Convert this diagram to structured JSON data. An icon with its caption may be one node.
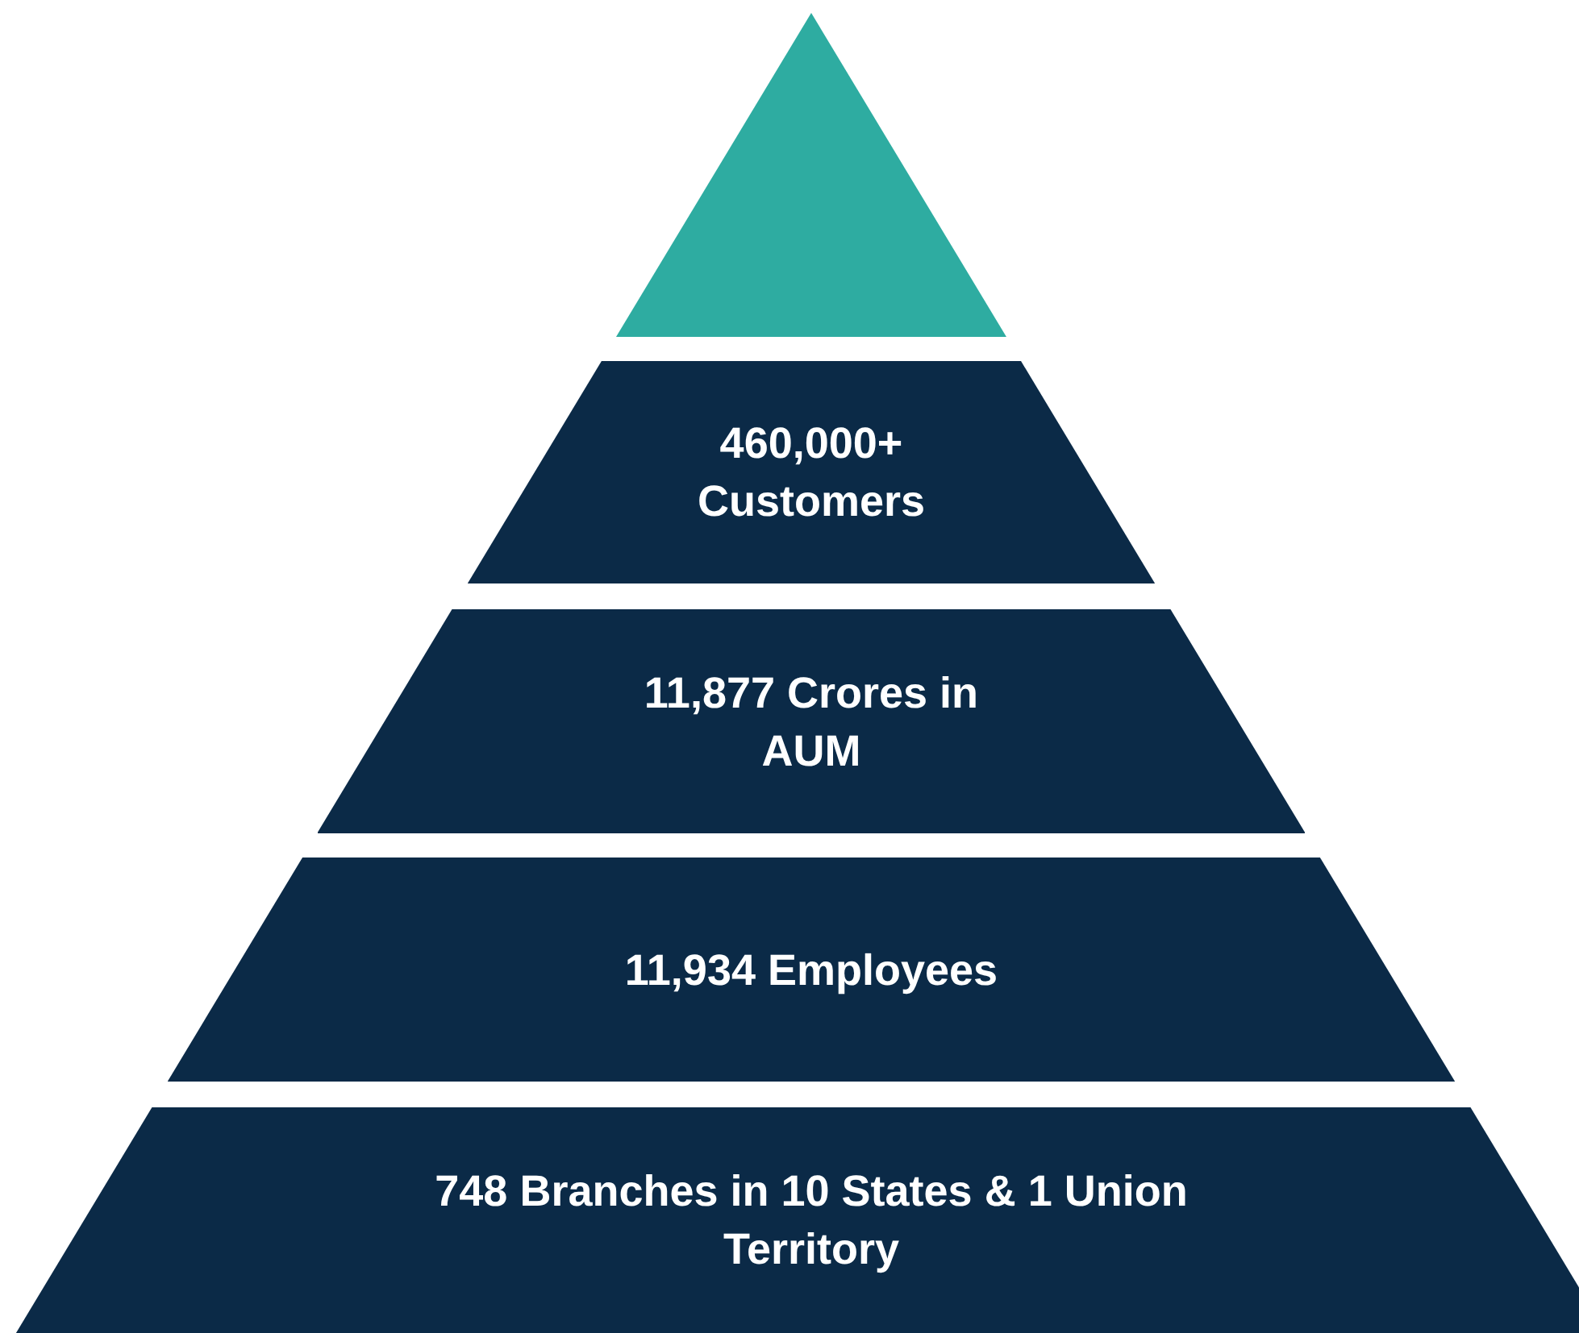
{
  "diagram": {
    "nodes": [
      {
        "text": [],
        "shape": "triangle"
      },
      {
        "text": [
          "460,000+ Customers"
        ]
      },
      {
        "text": [
          "11,877 Crores in AUM"
        ]
      },
      {
        "text": [
          "11,934 Employees"
        ]
      },
      {
        "text": [
          "748 Branches in 10 States & 1 Union Territory"
        ]
      }
    ]
  }
}
